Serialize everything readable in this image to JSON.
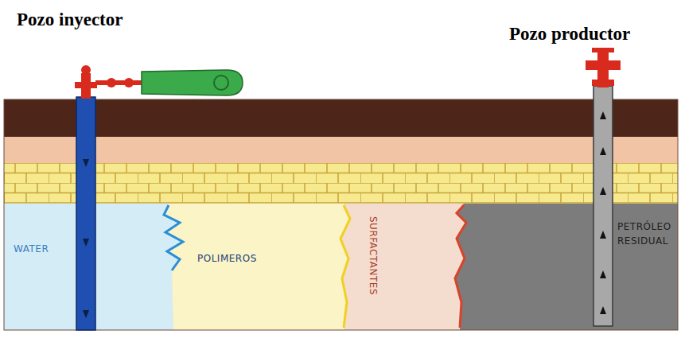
{
  "diagram": {
    "nodes": [
      {
        "text": [
          "Pozo inyector"
        ]
      },
      {
        "text": [
          "Pozo productor"
        ]
      },
      {
        "text": [
          "WATER"
        ]
      },
      {
        "text": [
          "POLIMEROS"
        ]
      },
      {
        "text": [
          "SURFACTANTES"
        ]
      },
      {
        "text": [
          "PETRÓLEO RESIDUAL"
        ]
      }
    ]
  }
}
